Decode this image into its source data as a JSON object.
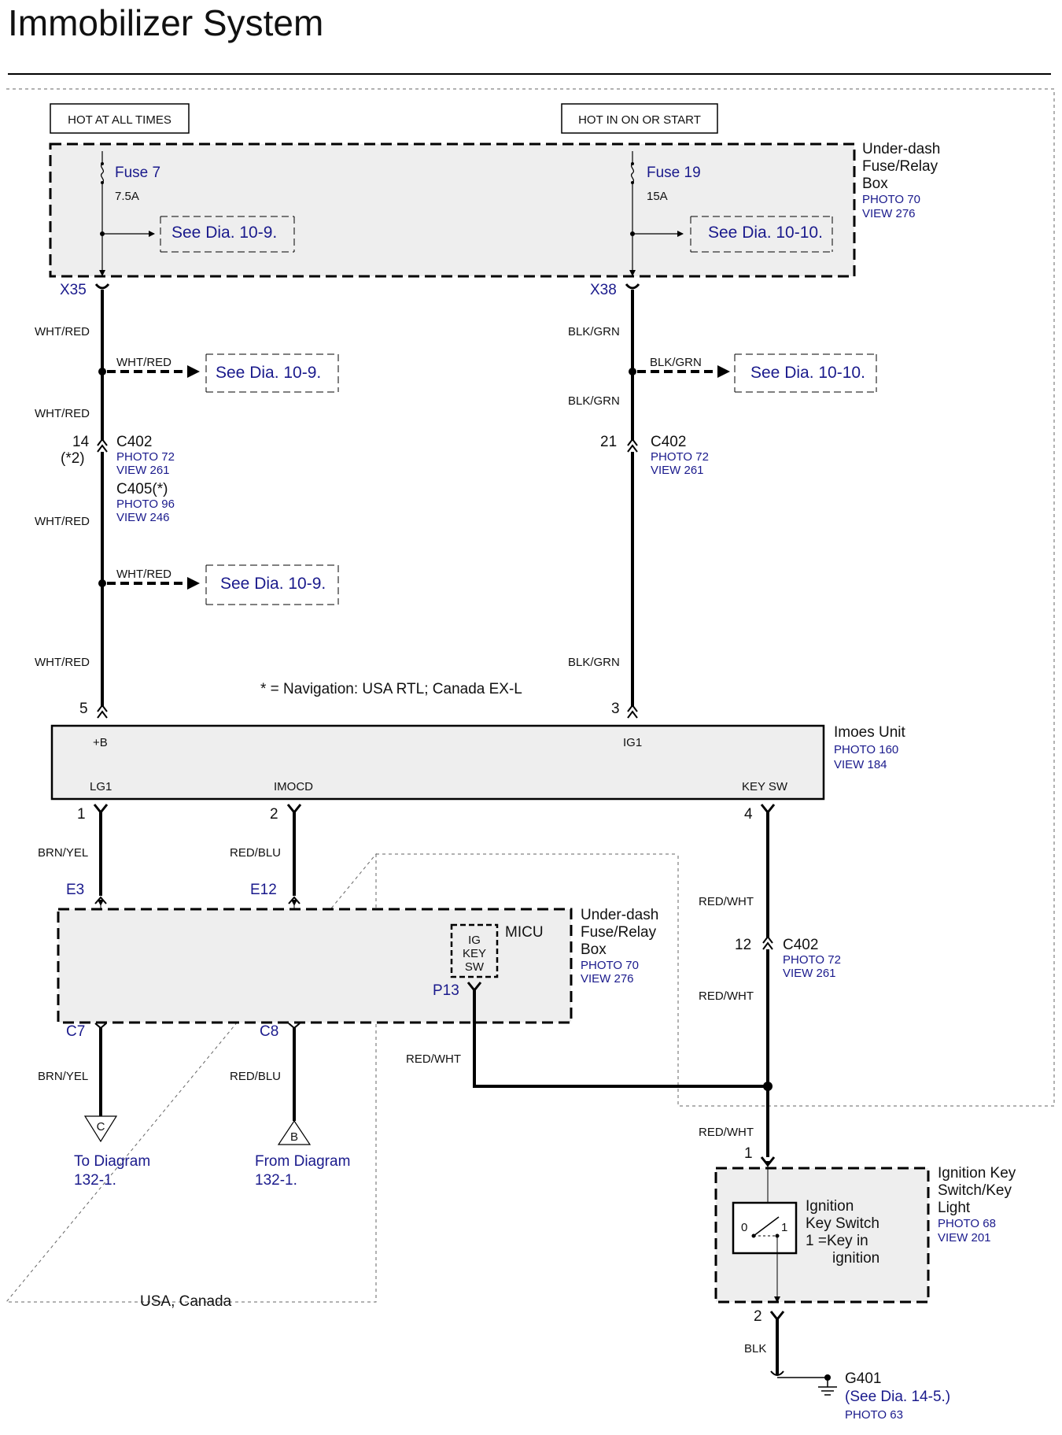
{
  "title": "Immobilizer System",
  "power": {
    "hot_at_all_times": "HOT AT ALL TIMES",
    "hot_in_on_or_start": "HOT IN ON OR START"
  },
  "fuse_box_top": {
    "name_1": "Under-dash",
    "name_2": "Fuse/Relay",
    "name_3": "Box",
    "photo": "PHOTO 70",
    "view": "VIEW 276",
    "fuse_a": "Fuse 7",
    "fuse_a_rating": "7.5A",
    "fuse_b": "Fuse 19",
    "fuse_b_rating": "15A",
    "see_a": "See Dia. 10-9.",
    "see_b": "See Dia. 10-10."
  },
  "connectors": {
    "x35": "X35",
    "x38": "X38",
    "c402": "C402",
    "c405": "C405(*)",
    "photo72": "PHOTO 72",
    "view261": "VIEW 261",
    "photo96": "PHOTO 96",
    "view246": "VIEW 246",
    "pin14": "14",
    "note2": "(*2)",
    "pin21": "21",
    "pin12": "12",
    "e3": "E3",
    "e12": "E12",
    "c7": "C7",
    "c8": "C8",
    "p13": "P13"
  },
  "wires": {
    "wht_red": "WHT/RED",
    "blk_grn": "BLK/GRN",
    "brn_yel": "BRN/YEL",
    "red_blu": "RED/BLU",
    "red_wht": "RED/WHT",
    "blk": "BLK"
  },
  "see_refs": {
    "dia_10_9": "See Dia. 10-9.",
    "dia_10_10": "See Dia. 10-10."
  },
  "note": "* = Navigation: USA RTL; Canada EX-L",
  "imoes": {
    "name": "Imoes Unit",
    "photo": "PHOTO 160",
    "view": "VIEW 184",
    "pin5": "5",
    "pin3": "3",
    "pin1": "1",
    "pin2": "2",
    "pin4": "4",
    "plus_b": "+B",
    "ig1": "IG1",
    "lg1": "LG1",
    "imocd": "IMOCD",
    "key_sw": "KEY SW"
  },
  "fuse_box_mid": {
    "name_1": "Under-dash",
    "name_2": "Fuse/Relay",
    "name_3": "Box",
    "photo": "PHOTO 70",
    "view": "VIEW 276",
    "micu": "MICU",
    "ig": "IG",
    "key": "KEY",
    "sw": "SW"
  },
  "offpage": {
    "c": "C",
    "b": "B",
    "to_1": "To Diagram",
    "to_2": "132-1.",
    "from_1": "From Diagram",
    "from_2": "132-1."
  },
  "region": "USA, Canada",
  "ignition": {
    "name_1": "Ignition Key",
    "name_2": "Switch/Key",
    "name_3": "Light",
    "photo": "PHOTO 68",
    "view": "VIEW 201",
    "sw_1": "Ignition",
    "sw_2": "Key Switch",
    "sw_3": "1 =Key in",
    "sw_4": "ignition",
    "pos0": "0",
    "pos1": "1",
    "pin1": "1",
    "pin2": "2"
  },
  "ground": {
    "name": "G401",
    "see": "(See Dia. 14-5.)",
    "photo": "PHOTO 63"
  }
}
